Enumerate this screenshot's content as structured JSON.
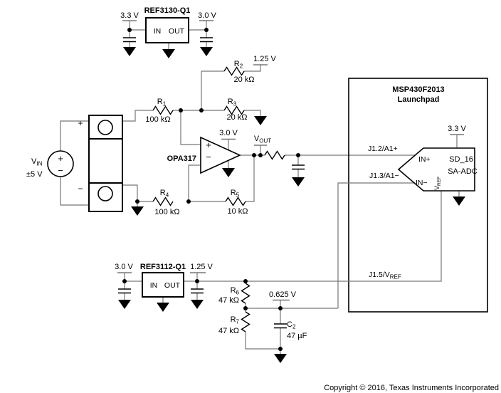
{
  "copyright": "Copyright © 2016, Texas Instruments Incorporated",
  "ref3130": {
    "name": "REF3130-Q1",
    "pin_in": "IN",
    "pin_out": "OUT",
    "rail_in": "3.3 V",
    "rail_out": "3.0 V"
  },
  "ref3112": {
    "name": "REF3112-Q1",
    "pin_in": "IN",
    "pin_out": "OUT",
    "rail_in": "3.0 V",
    "rail_out": "1.25 V"
  },
  "source": {
    "label": "V",
    "label_sub": "IN",
    "value": "±5 V",
    "plus": "+",
    "minus": "−"
  },
  "connector": {
    "plus": "+",
    "minus": "−"
  },
  "opamp": {
    "name": "OPA317",
    "supply": "3.0 V",
    "plus": "+",
    "minus": "−"
  },
  "resistors": {
    "r1": {
      "ref": "R",
      "sub": "1",
      "value": "100 kΩ"
    },
    "r2": {
      "ref": "R",
      "sub": "2",
      "value": "20 kΩ"
    },
    "r3": {
      "ref": "R",
      "sub": "3",
      "value": "20 kΩ"
    },
    "r4": {
      "ref": "R",
      "sub": "4",
      "value": "100 kΩ"
    },
    "r5": {
      "ref": "R",
      "sub": "5",
      "value": "10 kΩ"
    },
    "r6": {
      "ref": "R",
      "sub": "6",
      "value": "47 kΩ"
    },
    "r7": {
      "ref": "R",
      "sub": "7",
      "value": "47 kΩ"
    }
  },
  "capacitors": {
    "c2": {
      "ref": "C",
      "sub": "2",
      "value": "47 µF"
    }
  },
  "rails": {
    "v125": "1.25 V",
    "v0625": "0.625 V"
  },
  "vout": {
    "main": "V",
    "sub": "OUT"
  },
  "mcu": {
    "title1": "MSP430F2013",
    "title2": "Launchpad",
    "supply": "3.3 V",
    "pin_j12": "J1.2/A1+",
    "pin_j13": "J1.3/A1−",
    "pin_j15": "J1.5/V",
    "pin_j15_sub": "REF",
    "adc": {
      "line1": "SD_16",
      "line2": "SA-ADC",
      "in_plus": "IN+",
      "in_minus": "IN−",
      "vref": "V",
      "vref_sub": "REF"
    }
  }
}
